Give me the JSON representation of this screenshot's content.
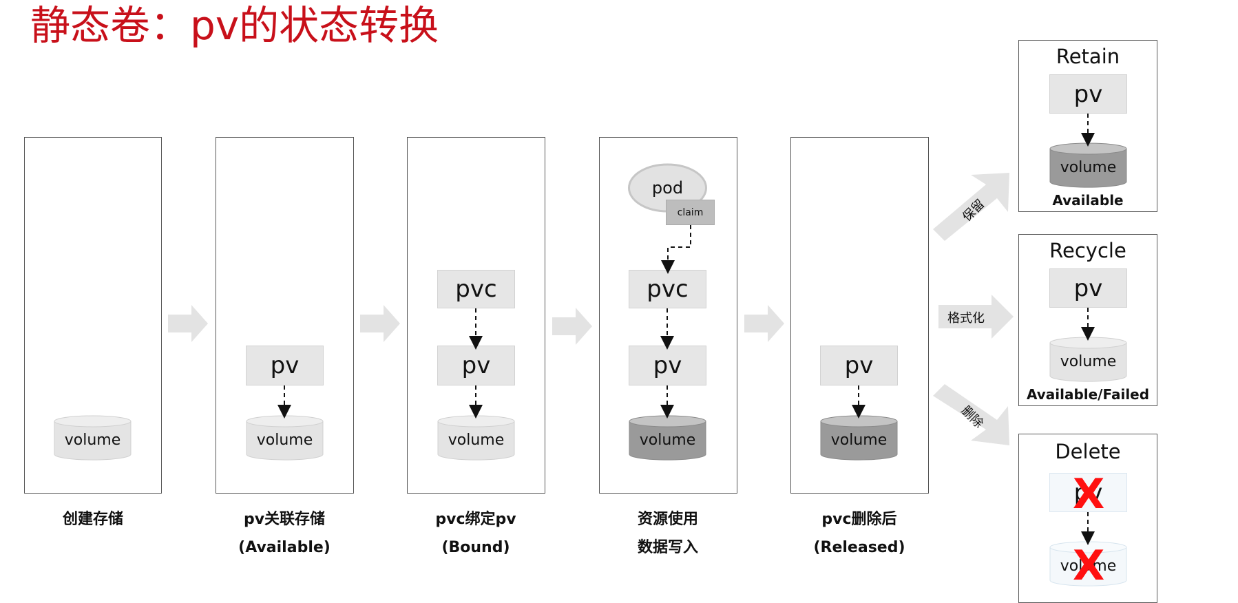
{
  "title": "静态卷：pv的状态转换",
  "stages": [
    {
      "line1": "创建存储",
      "line2": ""
    },
    {
      "line1": "pv关联存储",
      "line2": "(Available)"
    },
    {
      "line1": "pvc绑定pv",
      "line2": "(Bound)"
    },
    {
      "line1": "资源使用",
      "line2": "数据写入"
    },
    {
      "line1": "pvc删除后",
      "line2": "(Released)"
    }
  ],
  "nodes": {
    "pv": "pv",
    "pvc": "pvc",
    "volume": "volume",
    "pod": "pod",
    "claim": "claim"
  },
  "policies": [
    {
      "title": "Retain",
      "status": "Available",
      "arrow_label": "保留"
    },
    {
      "title": "Recycle",
      "status": "Available/Failed",
      "arrow_label": "格式化"
    },
    {
      "title": "Delete",
      "status": "",
      "arrow_label": "删除"
    }
  ],
  "colors": {
    "title": "#c8101a",
    "volume_light": "#e4e4e4",
    "volume_dark": "#9a9a9a",
    "arrow": "#e3e3e3",
    "x_mark": "#ff1010"
  }
}
